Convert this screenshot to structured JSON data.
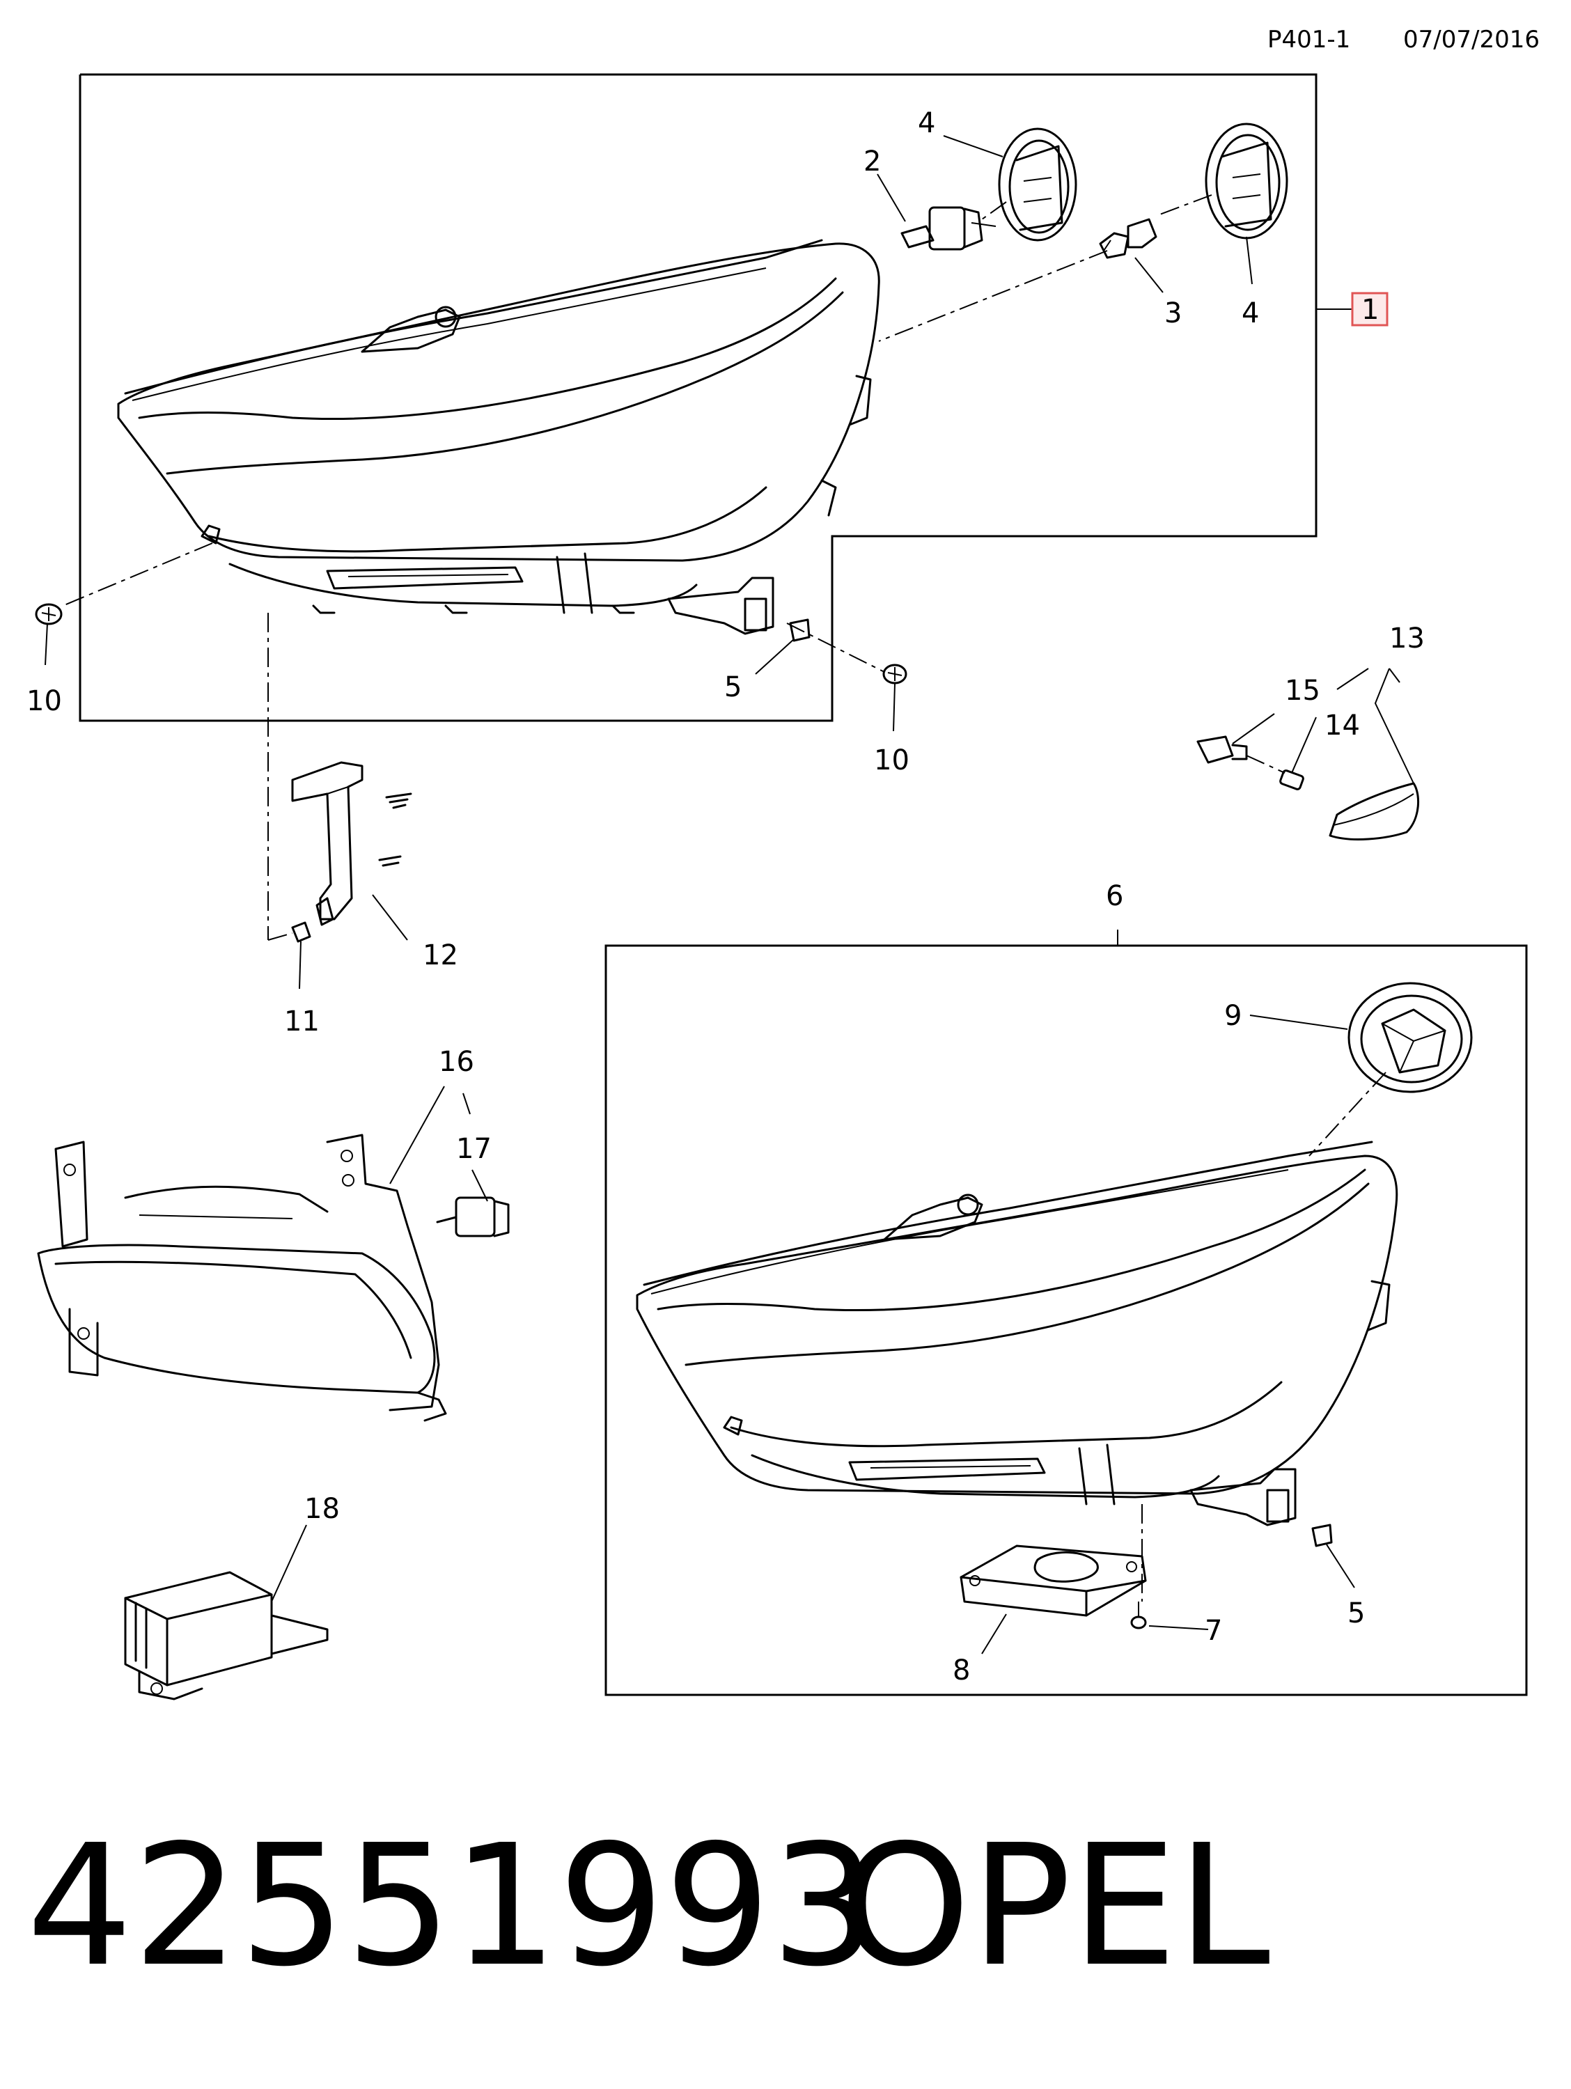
{
  "header": {
    "page_code": "P401-1",
    "date": "07/07/2016"
  },
  "callouts": {
    "c1": "1",
    "c2": "2",
    "c3": "3",
    "c4a": "4",
    "c4b": "4",
    "c5a": "5",
    "c5b": "5",
    "c6": "6",
    "c7": "7",
    "c8": "8",
    "c9": "9",
    "c10a": "10",
    "c10b": "10",
    "c11": "11",
    "c12": "12",
    "c13": "13",
    "c14": "14",
    "c15": "15",
    "c16": "16",
    "c17": "17",
    "c18": "18"
  },
  "footer": {
    "part_number": "42551993",
    "brand": "OPEL"
  },
  "colors": {
    "line": "#000000",
    "highlight_callout_border": "#e05555",
    "highlight_callout_fill": "#fdeaea"
  }
}
